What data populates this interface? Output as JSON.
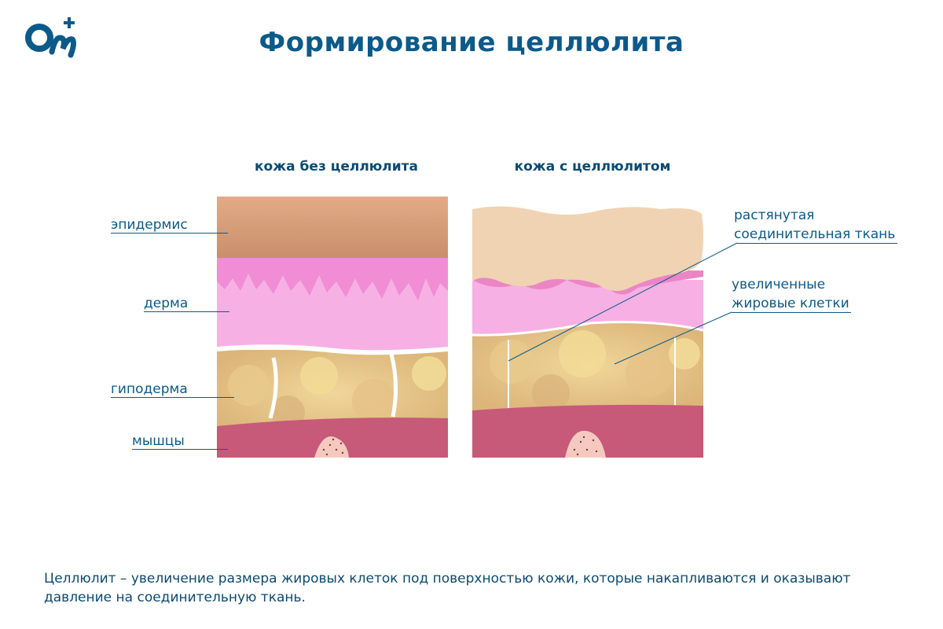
{
  "logo": {
    "name": "On+"
  },
  "title": "Формирование целлюлита",
  "panels": {
    "left_caption": "кожа без целлюлита",
    "right_caption": "кожа с целлюлитом"
  },
  "labels_left": {
    "epidermis": "эпидермис",
    "dermis": "дерма",
    "hypodermis": "гиподерма",
    "muscles": "мышцы"
  },
  "labels_right": {
    "connective_line1": "растянутая",
    "connective_line2": "соединительная ткань",
    "fat_line1": "увеличенные",
    "fat_line2": "жировые клетки"
  },
  "description_line1": "Целлюлит – увеличение размера жировых клеток под поверхностью кожи, которые накапливаются и оказывают",
  "description_line2": "давление на соединительную ткань.",
  "colors": {
    "brand_blue": "#0b5a8a",
    "epidermis": "#d9a07a",
    "dermis": "#f7a8df",
    "fat": "#e8c48a",
    "muscle": "#c65a78"
  }
}
